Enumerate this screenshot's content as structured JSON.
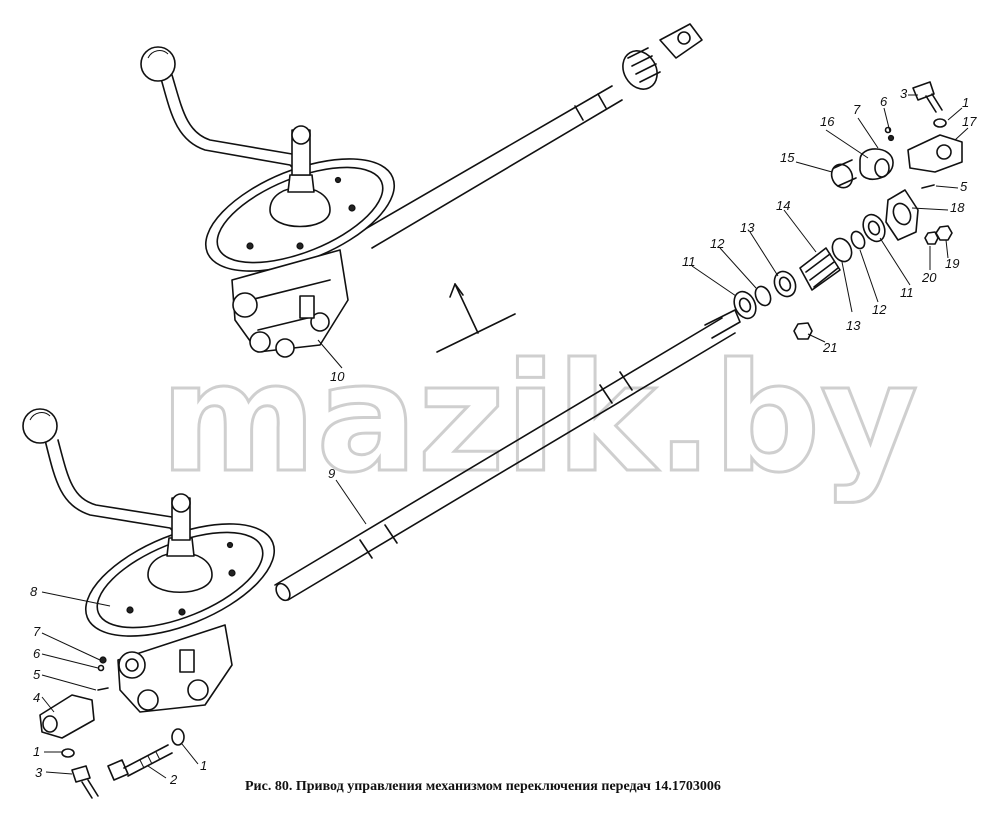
{
  "watermark": "mazik.by",
  "caption": "Рис. 80. Привод управления механизмом переключения передач 14.1703006",
  "callouts": [
    "1",
    "2",
    "3",
    "4",
    "5",
    "6",
    "7",
    "8",
    "9",
    "10",
    "11",
    "12",
    "13",
    "14",
    "15",
    "16",
    "17",
    "18",
    "19",
    "20",
    "21"
  ],
  "colors": {
    "ink": "#111111",
    "watermark": "#cfcfcf",
    "background": "#ffffff"
  }
}
